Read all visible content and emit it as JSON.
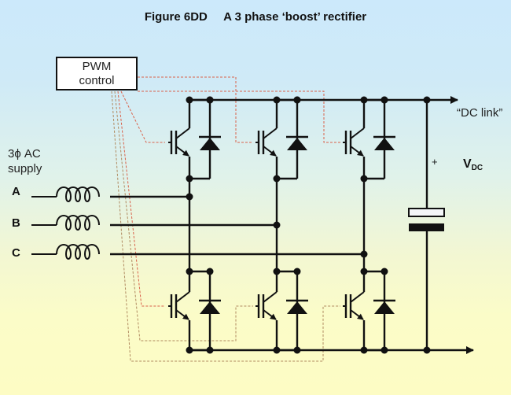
{
  "figure": {
    "title": "Figure 6DD     A 3 phase ‘boost’ rectifier"
  },
  "controller": {
    "line1": "PWM",
    "line2": "control"
  },
  "supply": {
    "line1": "3ϕ AC",
    "line2": "supply",
    "phases": [
      "A",
      "B",
      "C"
    ]
  },
  "output": {
    "dc_link_label": "“DC link”",
    "voltage_label": "V",
    "voltage_subscript": "DC",
    "polarity": "+"
  },
  "components": {
    "inductors": 3,
    "igbt_legs": 3,
    "switches_per_leg": 2,
    "capacitor": 1
  },
  "colors": {
    "wire": "#111111",
    "control_signal": "#d9614a",
    "background_top": "#cce9fb",
    "background_bottom": "#fdfcc4"
  }
}
